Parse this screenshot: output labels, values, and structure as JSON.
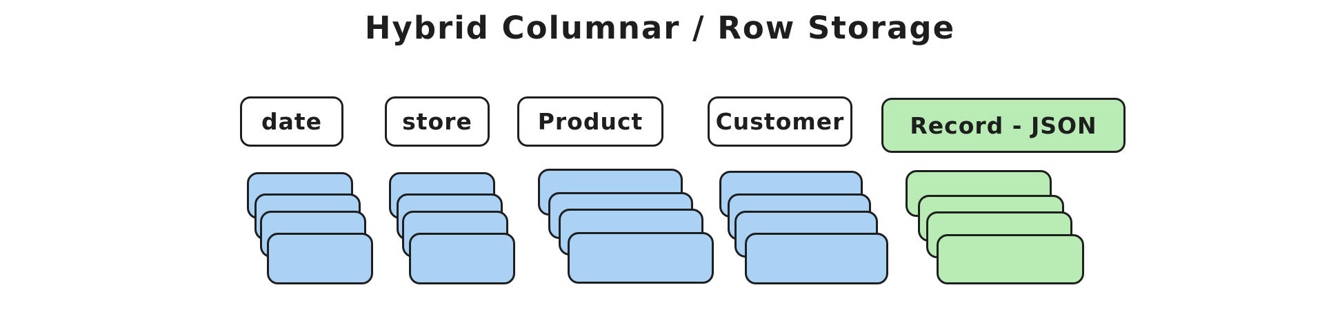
{
  "title": "Hybrid Columnar / Row Storage",
  "colors": {
    "stroke": "#1e1e1e",
    "columnar_card_fill": "#a9d2f4",
    "row_card_fill": "#b9ecb4",
    "label_box_fill": "#ffffff",
    "row_label_box_fill": "#b9ecb4",
    "background": "#ffffff"
  },
  "columns": [
    {
      "label": "date",
      "kind": "columnar",
      "stack_size": 4
    },
    {
      "label": "store",
      "kind": "columnar",
      "stack_size": 4
    },
    {
      "label": "Product",
      "kind": "columnar",
      "stack_size": 4
    },
    {
      "label": "Customer",
      "kind": "columnar",
      "stack_size": 4
    },
    {
      "label": "Record - JSON",
      "kind": "row",
      "stack_size": 4
    }
  ]
}
